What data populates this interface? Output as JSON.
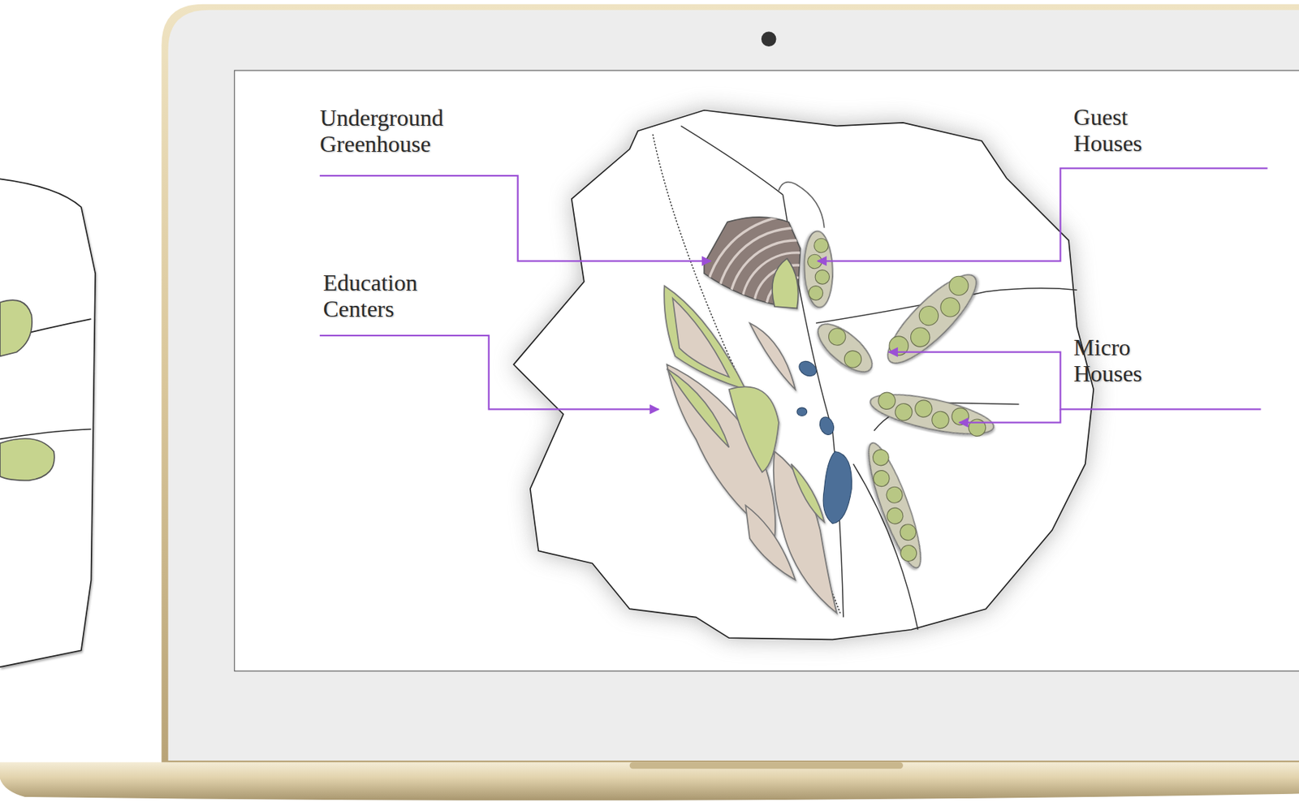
{
  "diagram": {
    "labels": [
      "Underground Greenhouse",
      "Guest Houses",
      "Education Centers",
      "Micro Houses"
    ]
  }
}
